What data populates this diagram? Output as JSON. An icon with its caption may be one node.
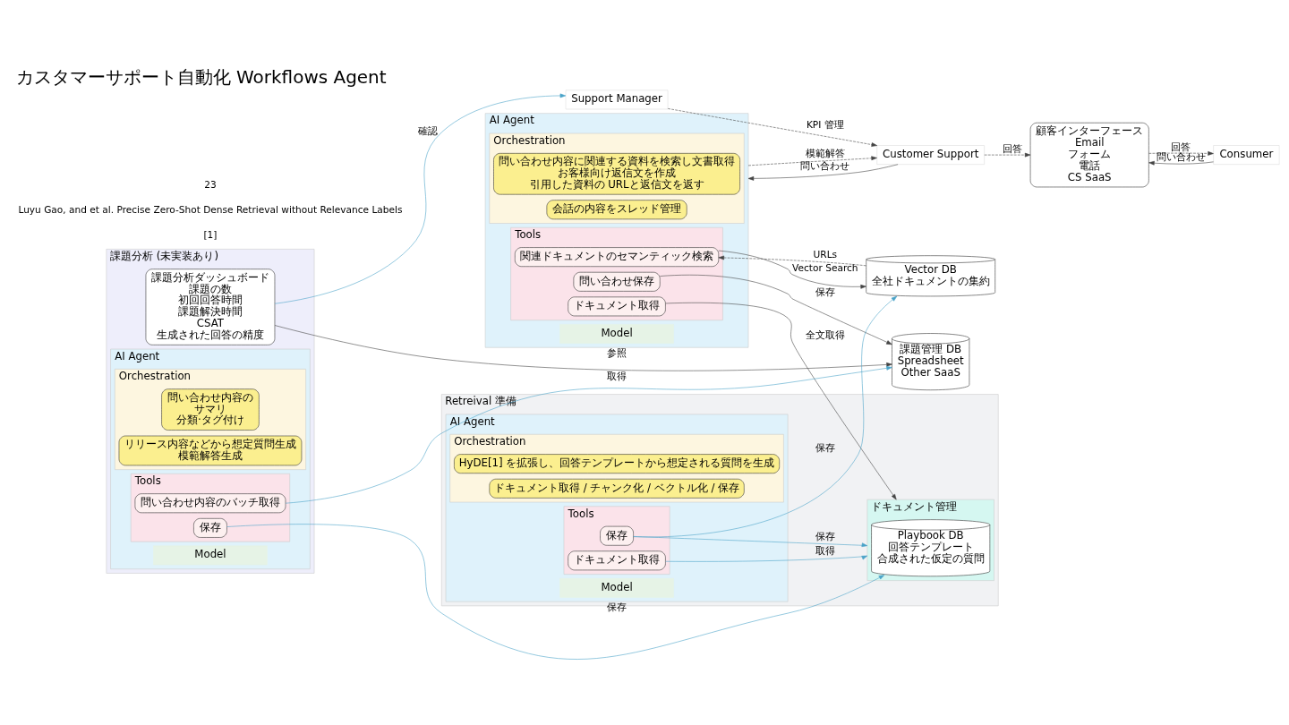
{
  "diagram": {
    "title": "カスタマーサポート自動化 Workflows Agent",
    "nodes": [
      {
        "text": [
          "顧客インターフェース",
          "Email",
          "フォーム",
          "電話",
          "CS SaaS"
        ]
      },
      {
        "text": [
          "Consumer"
        ]
      },
      {
        "text": [
          "Customer Support"
        ]
      },
      {
        "text": [
          "AI Agent"
        ]
      },
      {
        "text": [
          "Orchestration"
        ],
        "in": 3
      },
      {
        "text": [
          "問い合わせ内容に関連する資料を検索し文書取得",
          "お客様向け返信文を作成",
          "引用した資料の URLと返信文を返す"
        ],
        "in": 4
      },
      {
        "text": [
          "会話の内容をスレッド管理"
        ],
        "in": 4
      },
      {
        "text": [
          "Tools"
        ],
        "in": 3
      },
      {
        "text": [
          "問い合わせ保存"
        ],
        "in": 7
      },
      {
        "text": [
          "関連ドキュメントのセマンティック検索"
        ],
        "in": 7
      },
      {
        "text": [
          "ドキュメント取得"
        ],
        "in": 7
      },
      {
        "text": [
          "Model"
        ],
        "in": 3
      },
      {
        "text": [
          "課題管理 DB",
          "Spreadsheet",
          "Other SaaS"
        ]
      },
      {
        "text": [
          "Vector DB",
          "全社ドキュメントの集約"
        ]
      },
      {
        "text": [
          "Support Manager"
        ]
      },
      {
        "text": [
          "課題分析 (未実装あり)"
        ]
      },
      {
        "text": [
          "課題分析ダッシュボード",
          "課題の数",
          "初回回答時間",
          "課題解決時間",
          "CSAT",
          "生成された回答の精度"
        ],
        "in": 15
      },
      {
        "text": [
          "AI Agent"
        ],
        "in": 15
      },
      {
        "text": [
          "Orchestration"
        ],
        "in": 17
      },
      {
        "text": [
          "問い合わせ内容の",
          "サマリ",
          "分類·タグ付け"
        ],
        "in": 18
      },
      {
        "text": [
          "リリース内容などから想定質問生成",
          "模範解答生成"
        ],
        "in": 18
      },
      {
        "text": [
          "Tools"
        ],
        "in": 17
      },
      {
        "text": [
          "問い合わせ内容のバッチ取得"
        ],
        "in": 21
      },
      {
        "text": [
          "保存"
        ],
        "in": 21
      },
      {
        "text": [
          "Model"
        ],
        "in": 17
      },
      {
        "text": [
          "Retreival 準備"
        ]
      },
      {
        "text": [
          "AI Agent"
        ],
        "in": 25
      },
      {
        "text": [
          "Orchestration"
        ],
        "in": 26
      },
      {
        "text": [
          "HyDE[1] を拡張し、回答テンプレートから想定される質問を生成"
        ],
        "in": 27
      },
      {
        "text": [
          "ドキュメント取得 / チャンク化 / ベクトル化 / 保存"
        ],
        "in": 27
      },
      {
        "text": [
          "Tools"
        ],
        "in": 26
      },
      {
        "text": [
          "保存"
        ],
        "in": 30
      },
      {
        "text": [
          "ドキュメント取得"
        ],
        "in": 30
      },
      {
        "text": [
          "Model"
        ],
        "in": 26
      },
      {
        "text": [
          "ドキュメント管理"
        ],
        "in": 25
      },
      {
        "text": [
          "Playbook DB",
          "回答テンプレート",
          "合成された仮定の質問"
        ],
        "in": 34
      }
    ],
    "edges": [
      {
        "from": 1,
        "to": 0,
        "arrow": "to",
        "label": "問い合わせ"
      },
      {
        "from": 0,
        "to": 1,
        "arrow": "to",
        "label": "回答",
        "style": "dashed"
      },
      {
        "from": 2,
        "to": 0,
        "arrow": "to",
        "label": "回答",
        "style": "dashed"
      },
      {
        "from": 2,
        "to": 3,
        "arrow": "to",
        "label": "問い合わせ"
      },
      {
        "from": 3,
        "to": 2,
        "arrow": "to",
        "label": "模範解答",
        "style": "dashed"
      },
      {
        "from": 14,
        "to": 2,
        "arrow": "to",
        "label": "KPI 管理",
        "style": "dashed"
      },
      {
        "from": 8,
        "to": 12,
        "arrow": "to",
        "label": "保存"
      },
      {
        "from": 9,
        "to": 13,
        "arrow": "to",
        "label": "Vector Search"
      },
      {
        "from": 13,
        "to": 9,
        "arrow": "to",
        "label": "URLs",
        "style": "dashed"
      },
      {
        "from": 10,
        "to": 34,
        "arrow": "to",
        "label": "全文取得"
      },
      {
        "from": 31,
        "to": 34,
        "arrow": "to",
        "label": "保存",
        "color": "#4aa3c8"
      },
      {
        "from": 32,
        "to": 34,
        "arrow": "to",
        "label": "取得",
        "color": "#4aa3c8"
      },
      {
        "from": 31,
        "to": 13,
        "arrow": "to",
        "label": "保存",
        "color": "#4aa3c8"
      },
      {
        "from": 23,
        "to": 35,
        "arrow": "to",
        "label": "保存",
        "color": "#4aa3c8"
      },
      {
        "from": 22,
        "to": 12,
        "arrow": "to",
        "label": "取得",
        "color": "#4aa3c8"
      },
      {
        "from": 16,
        "to": 12,
        "arrow": "to",
        "label": "参照"
      },
      {
        "from": 16,
        "to": 14,
        "arrow": "to",
        "label": "確認",
        "color": "#4aa3c8"
      }
    ],
    "labels": [
      "[1]",
      "Luyu Gao, and et al. Precise Zero-Shot Dense Retrieval without Relevance Labels",
      "23"
    ]
  }
}
